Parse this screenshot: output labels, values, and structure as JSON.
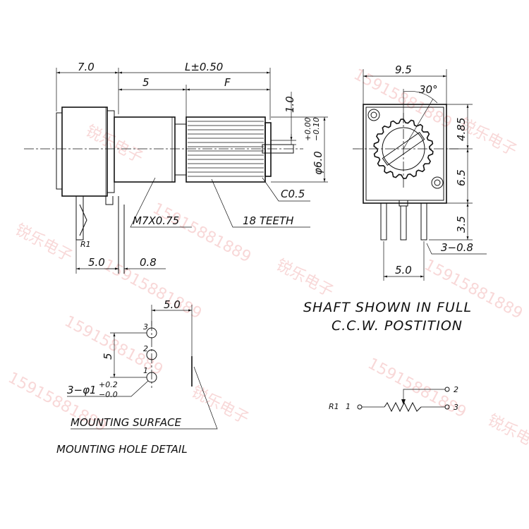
{
  "side_view": {
    "dims": {
      "d_7": "7.0",
      "d_L": "L±0.50",
      "d_5": "5",
      "d_F": "F",
      "d_1": "1.0",
      "d_dia": "φ6.0",
      "d_tol_up": "+0.00",
      "d_tol_dn": "−0.10",
      "d_c05": "C0.5",
      "d_thread": "M7X0.75",
      "d_teeth": "18 TEETH",
      "d_r1": "R1",
      "d_50": "5.0",
      "d_08": "0.8"
    }
  },
  "front_view": {
    "dims": {
      "d_95": "9.5",
      "d_angle": "30°",
      "d_485": "4.85",
      "d_65": "6.5",
      "d_35": "3.5",
      "d_pins": "3−0.8",
      "d_50": "5.0"
    }
  },
  "note": {
    "line1": "SHAFT SHOWN IN FULL",
    "line2": "C.C.W. POSTITION"
  },
  "hole_detail": {
    "dim_top": "5.0",
    "dim_left": "5",
    "pins": [
      "3",
      "2",
      "1"
    ],
    "hole_label": "3−φ1",
    "hole_tol_up": "+0.2",
    "hole_tol_dn": "−0.0",
    "surface_label": "MOUNTING SURFACE",
    "title": "MOUNTING HOLE DETAIL"
  },
  "schematic": {
    "ref": "R1",
    "pin1": "1",
    "pin2": "2",
    "pin3": "3"
  },
  "watermarks": [
    "15915881889",
    "锐乐电子"
  ]
}
